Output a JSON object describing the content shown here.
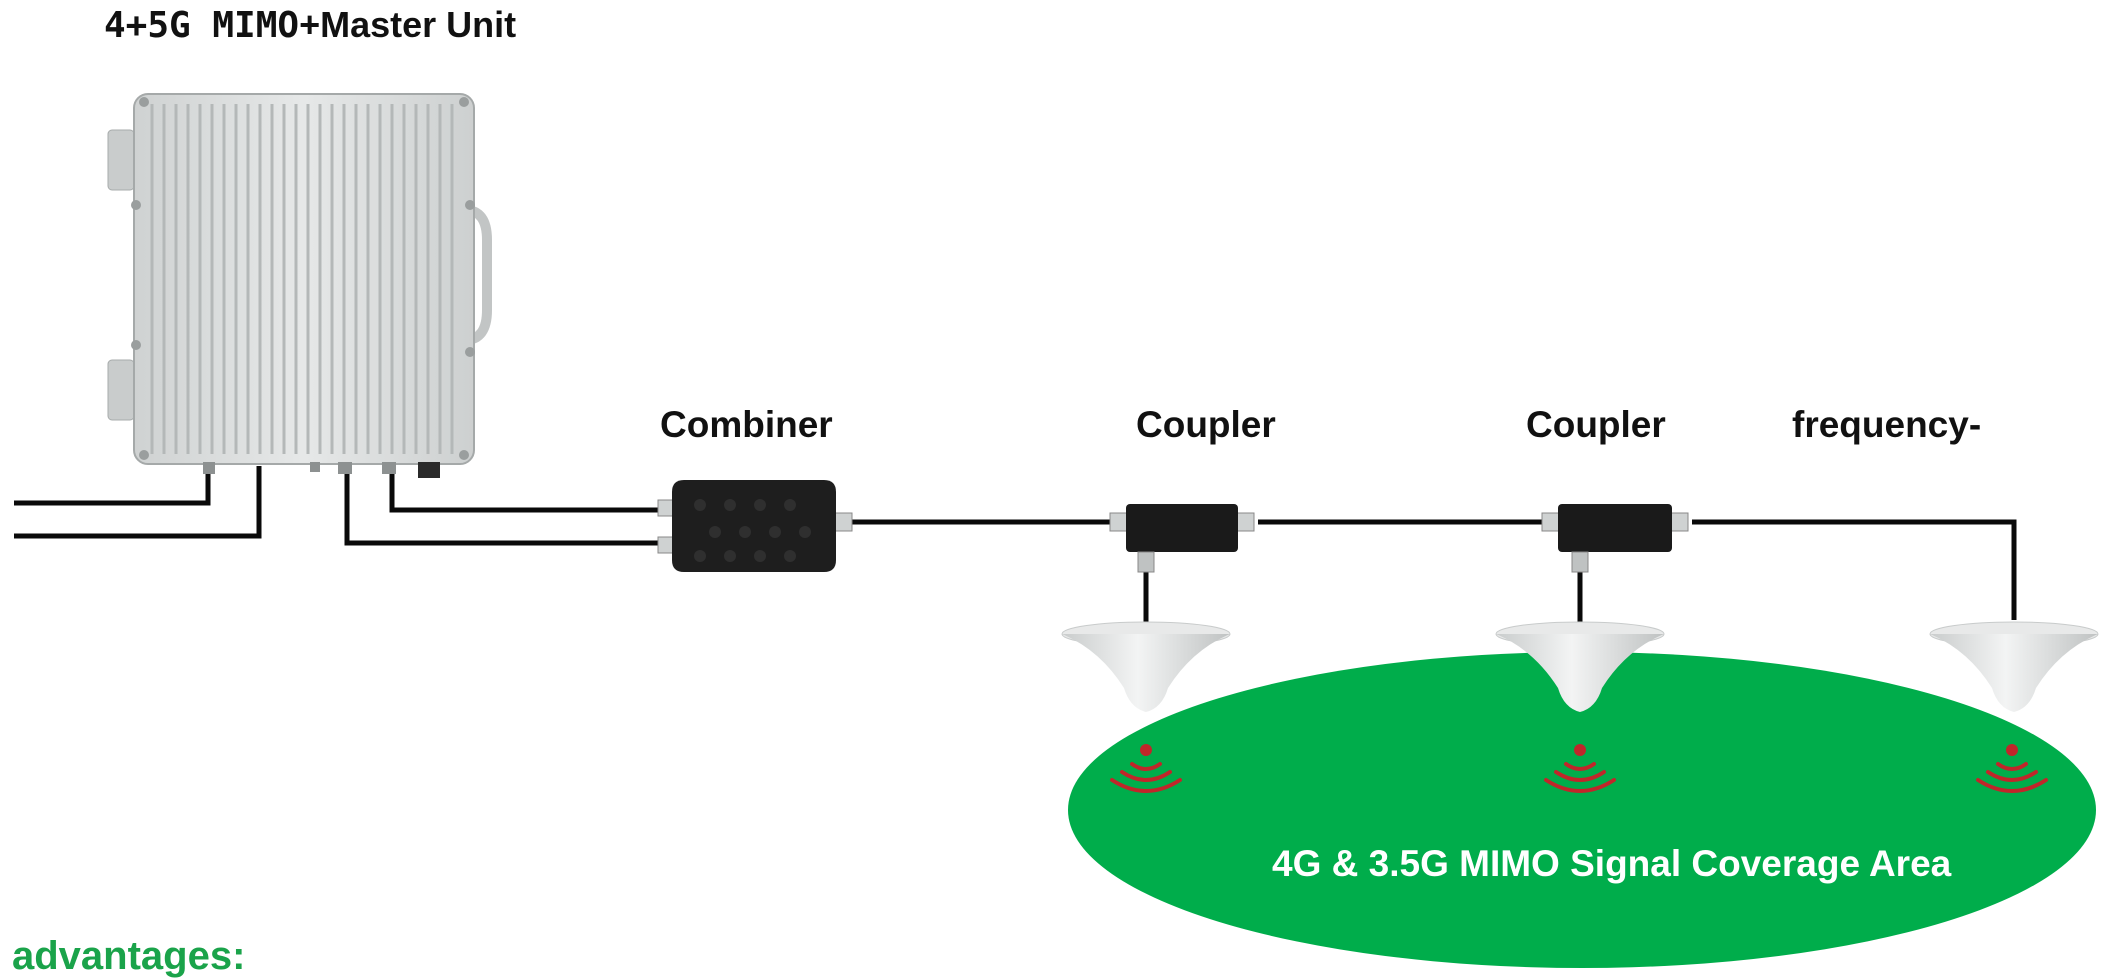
{
  "diagram": {
    "title_prefix": "4+5G MIMO",
    "title_suffix": "+Master Unit",
    "combiner_label": "Combiner",
    "coupler_1_label": "Coupler",
    "coupler_2_label": "Coupler",
    "frequency_label": "frequency-",
    "coverage_label": "4G & 3.5G MIMO Signal Coverage Area",
    "advantages_label": "advantages:"
  },
  "colors": {
    "coverage_green": "#00ad4b",
    "signal_red": "#c0262a",
    "advantages_green": "#1aa34a",
    "device_black": "#1e1e1e",
    "master_unit_gray": "#d9dcdc"
  },
  "icons": [
    "master-unit-image",
    "combiner-image",
    "coupler-image",
    "ceiling-antenna-image",
    "signal-wave-icon"
  ]
}
